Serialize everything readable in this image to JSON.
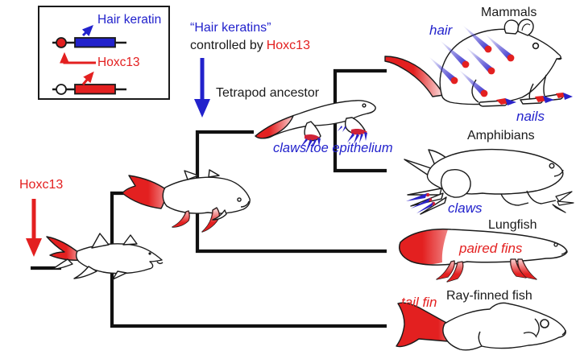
{
  "colors": {
    "red": "#e32020",
    "blue": "#2222cc",
    "line": "#111111"
  },
  "legend": {
    "hair_keratin": "Hair keratin",
    "hoxc13": "Hoxc13"
  },
  "top": {
    "quote": "“Hair keratins”",
    "controlled_by": "controlled by",
    "hoxc13": "Hoxc13"
  },
  "tree": {
    "tetrapod_ancestor": "Tetrapod ancestor",
    "tetrapod_trait": "claws/toe epithelium",
    "root_gene": "Hoxc13"
  },
  "clades": [
    {
      "name": "Mammals",
      "traits": [
        "hair",
        "nails"
      ]
    },
    {
      "name": "Amphibians",
      "traits": [
        "claws"
      ]
    },
    {
      "name": "Lungfish",
      "traits": [
        "paired fins"
      ]
    },
    {
      "name": "Ray-finned fish",
      "traits": [
        "tail fin"
      ]
    }
  ]
}
